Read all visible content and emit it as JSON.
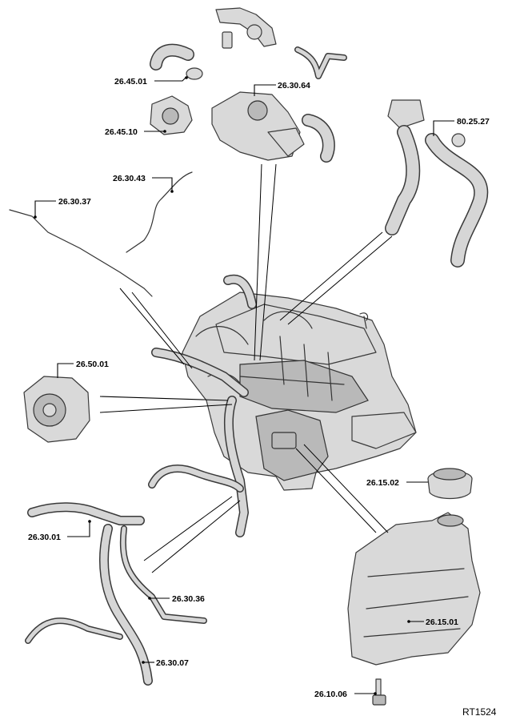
{
  "labels": {
    "l_26_45_01": "26.45.01",
    "l_26_30_64": "26.30.64",
    "l_26_45_10": "26.45.10",
    "l_80_25_27": "80.25.27",
    "l_26_30_43": "26.30.43",
    "l_26_30_37": "26.30.37",
    "l_26_50_01": "26.50.01",
    "l_26_15_02": "26.15.02",
    "l_26_30_01": "26.30.01",
    "l_26_30_36": "26.30.36",
    "l_26_15_01": "26.15.01",
    "l_26_30_07": "26.30.07",
    "l_26_10_06": "26.10.06"
  },
  "reference": "RT1524"
}
